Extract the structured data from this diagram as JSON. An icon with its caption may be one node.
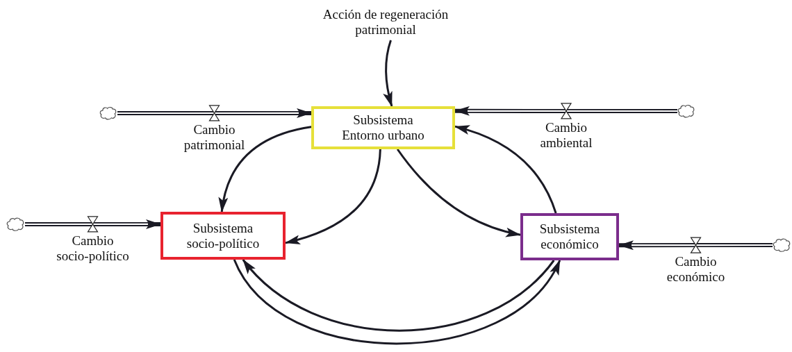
{
  "diagram": {
    "nodes": [
      {
        "text": [
          "Acción de regeneración patrimonial"
        ]
      },
      {
        "text": [
          "Subsistema Entorno urbano"
        ]
      },
      {
        "text": [
          "Subsistema socio-político"
        ]
      },
      {
        "text": [
          "Subsistema económico"
        ]
      },
      {
        "text": [],
        "shape": "cloud"
      },
      {
        "text": [],
        "shape": "cloud"
      },
      {
        "text": [],
        "shape": "cloud"
      },
      {
        "text": [],
        "shape": "cloud"
      }
    ],
    "edges": [
      {
        "from": 4,
        "to": 1,
        "arrow": "to",
        "label": "Cambio patrimonial",
        "style": "thick"
      },
      {
        "from": 5,
        "to": 2,
        "arrow": "to",
        "label": "Cambio socio-político",
        "style": "thick"
      },
      {
        "from": 6,
        "to": 1,
        "arrow": "to",
        "label": "Cambio ambiental",
        "style": "thick"
      },
      {
        "from": 7,
        "to": 3,
        "arrow": "to",
        "label": "Cambio económico",
        "style": "thick"
      },
      {
        "from": 0,
        "to": 1,
        "arrow": "to"
      },
      {
        "from": 1,
        "to": 2,
        "arrow": "to"
      },
      {
        "from": 1,
        "to": 2,
        "arrow": "to"
      },
      {
        "from": 1,
        "to": 3,
        "arrow": "to"
      },
      {
        "from": 3,
        "to": 1,
        "arrow": "to"
      },
      {
        "from": 3,
        "to": 2,
        "arrow": "to"
      },
      {
        "from": 2,
        "to": 3,
        "arrow": "to"
      }
    ]
  }
}
